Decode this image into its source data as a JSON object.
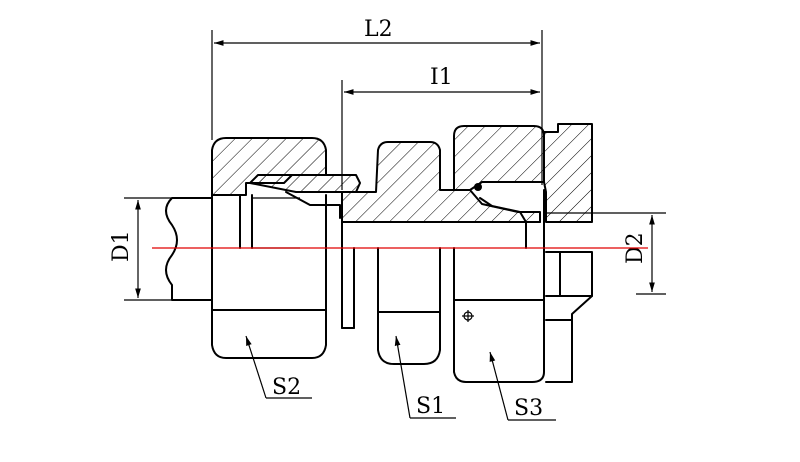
{
  "labels": {
    "l2": "L2",
    "l1": "I1",
    "d1": "D1",
    "d2": "D2",
    "s1": "S1",
    "s2": "S2",
    "s3": "S3"
  },
  "colors": {
    "centerline": "#e00000",
    "stroke": "#000000",
    "background": "#ffffff"
  }
}
